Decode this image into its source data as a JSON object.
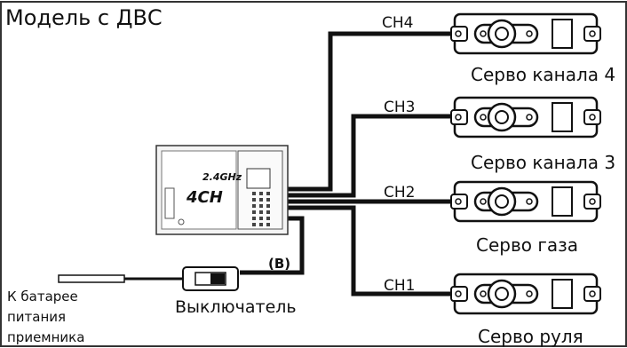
{
  "title": "Модель с ДВС",
  "channels": [
    {
      "id": "CH4",
      "servo_label": "Серво канала 4"
    },
    {
      "id": "CH3",
      "servo_label": "Серво канала 3"
    },
    {
      "id": "CH2",
      "servo_label": "Серво газа"
    },
    {
      "id": "CH1",
      "servo_label": "Серво руля"
    }
  ],
  "receiver": {
    "band_label": "2.4GHz",
    "model_label": "4CH"
  },
  "switch": {
    "label": "Выключатель",
    "marker": "(B)"
  },
  "battery": {
    "line1": "К батарее",
    "line2": "питания",
    "line3": "приемника"
  },
  "colors": {
    "line": "#111111",
    "device_stroke": "#333333",
    "background": "#ffffff"
  }
}
